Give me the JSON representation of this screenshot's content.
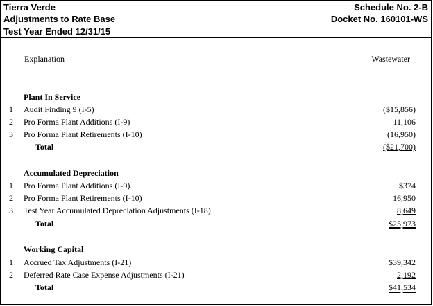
{
  "header": {
    "left": [
      "Tierra Verde",
      "Adjustments to Rate Base",
      "Test Year Ended 12/31/15"
    ],
    "right": [
      "Schedule No. 2-B",
      "Docket No. 160101-WS"
    ]
  },
  "columns": {
    "explanation": "Explanation",
    "wastewater": "Wastewater"
  },
  "sections": [
    {
      "title": "Plant In Service",
      "items": [
        {
          "num": "1",
          "label": "Audit Finding 9 (I-5)",
          "value": "($15,856)"
        },
        {
          "num": "2",
          "label": "Pro Forma Plant Additions (I-9)",
          "value": "11,106"
        },
        {
          "num": "3",
          "label": "Pro Forma Plant Retirements (I-10)",
          "value": "(16,950)"
        }
      ],
      "total_label": "Total",
      "total_value": "($21,700)"
    },
    {
      "title": "Accumulated Depreciation",
      "items": [
        {
          "num": "1",
          "label": "Pro Forma Plant Additions (I-9)",
          "value": "$374"
        },
        {
          "num": "2",
          "label": "Pro Forma Plant Retirements (I-10)",
          "value": "16,950"
        },
        {
          "num": "3",
          "label": "Test Year Accumulated Depreciation Adjustments (I-18)",
          "value": "8,649"
        }
      ],
      "total_label": "Total",
      "total_value": "$25,973"
    },
    {
      "title": "Working Capital",
      "items": [
        {
          "num": "1",
          "label": "Accrued Tax Adjustments (I-21)",
          "value": "$39,342"
        },
        {
          "num": "2",
          "label": "Deferred Rate Case Expense Adjustments (I-21)",
          "value": "2,192"
        }
      ],
      "total_label": "Total",
      "total_value": "$41,534"
    }
  ]
}
